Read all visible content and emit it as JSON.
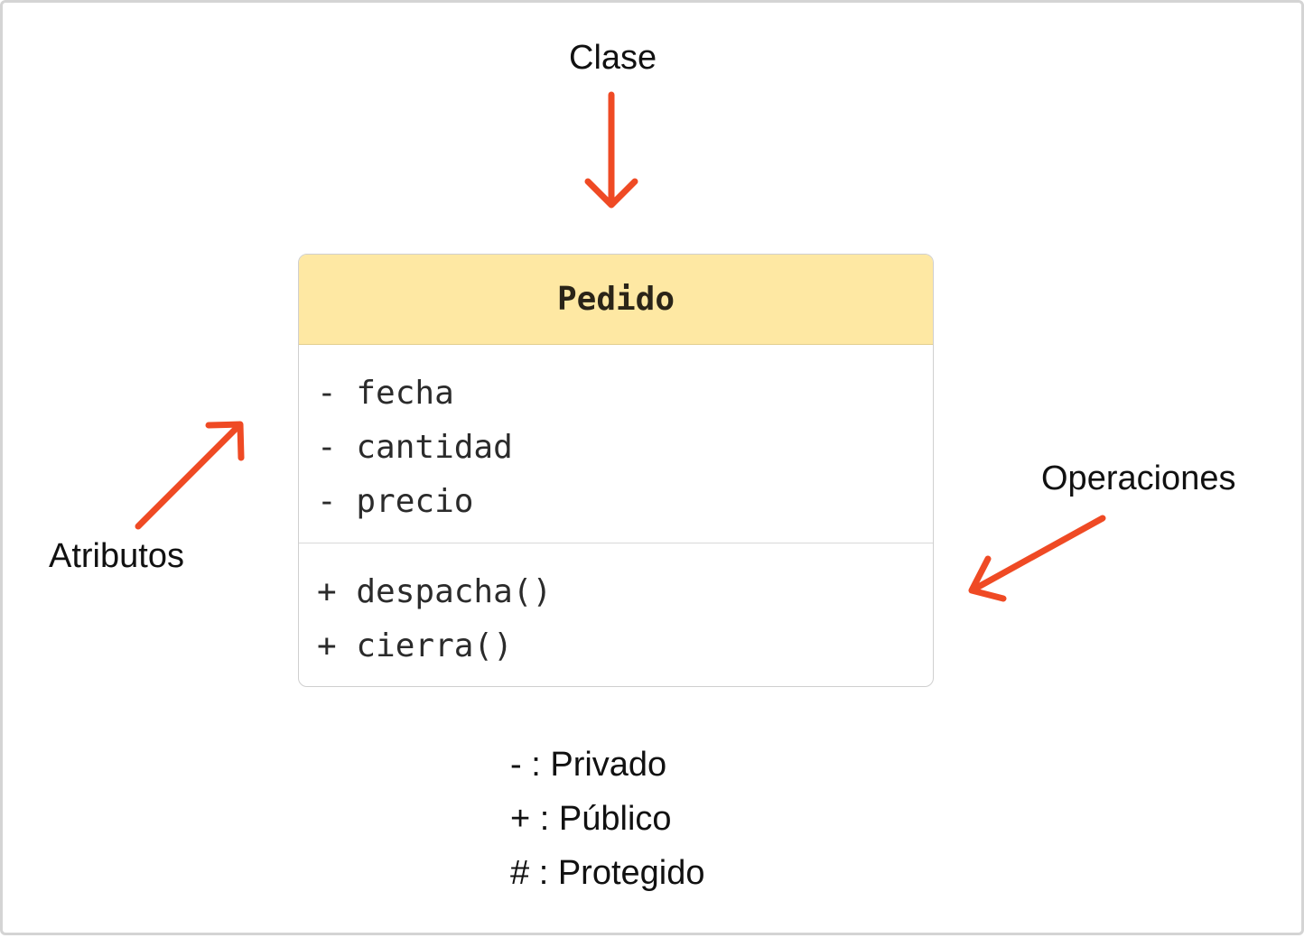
{
  "labels": {
    "clase": "Clase",
    "atributos": "Atributos",
    "operaciones": "Operaciones"
  },
  "class": {
    "name": "Pedido",
    "attributes": [
      {
        "visibility": "-",
        "name": "fecha"
      },
      {
        "visibility": "-",
        "name": "cantidad"
      },
      {
        "visibility": "-",
        "name": "precio"
      }
    ],
    "operations": [
      {
        "visibility": "+",
        "name": "despacha()"
      },
      {
        "visibility": "+",
        "name": "cierra()"
      }
    ]
  },
  "legend": [
    {
      "symbol": "-",
      "separator": ":",
      "meaning": "Privado"
    },
    {
      "symbol": "+",
      "separator": ":",
      "meaning": "Público"
    },
    {
      "symbol": "#",
      "separator": ":",
      "meaning": "Protegido"
    }
  ],
  "colors": {
    "arrow": "#ef4a24",
    "header_background": "#fee8a3",
    "border": "#cfcfcf"
  }
}
